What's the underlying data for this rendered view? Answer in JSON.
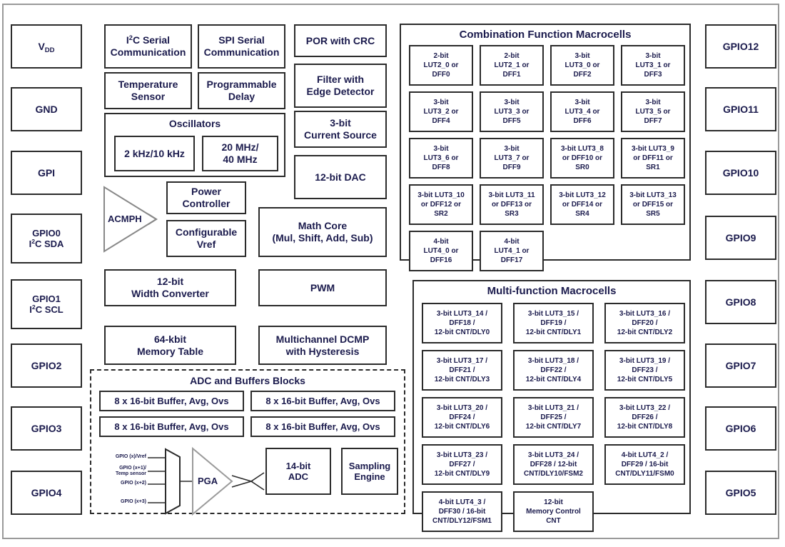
{
  "diagram": {
    "title_hidden": "GreenPAK Block Diagram",
    "left_pins": [
      {
        "id": "vdd",
        "lines": [
          "V",
          "DD"
        ],
        "type": "sub"
      },
      {
        "id": "gnd",
        "lines": [
          "GND"
        ]
      },
      {
        "id": "gpi",
        "lines": [
          "GPI"
        ]
      },
      {
        "id": "gpio0",
        "lines": [
          "GPIO0",
          "I2C SDA"
        ],
        "type": "i2c"
      },
      {
        "id": "gpio1",
        "lines": [
          "GPIO1",
          "I2C SCL"
        ],
        "type": "i2c"
      },
      {
        "id": "gpio2",
        "lines": [
          "GPIO2"
        ]
      },
      {
        "id": "gpio3",
        "lines": [
          "GPIO3"
        ]
      },
      {
        "id": "gpio4",
        "lines": [
          "GPIO4"
        ]
      }
    ],
    "right_pins": [
      {
        "id": "gpio12",
        "label": "GPIO12"
      },
      {
        "id": "gpio11",
        "label": "GPIO11"
      },
      {
        "id": "gpio10",
        "label": "GPIO10"
      },
      {
        "id": "gpio9",
        "label": "GPIO9"
      },
      {
        "id": "gpio8",
        "label": "GPIO8"
      },
      {
        "id": "gpio7",
        "label": "GPIO7"
      },
      {
        "id": "gpio6",
        "label": "GPIO6"
      },
      {
        "id": "gpio5",
        "label": "GPIO5"
      }
    ],
    "core_blocks": {
      "i2c_serial": "I²C Serial\nCommunication",
      "i2c_serial_l1": "I",
      "i2c_serial_l1b": "C Serial",
      "i2c_serial_l2": "Communication",
      "spi_serial_l1": "SPI Serial",
      "spi_serial_l2": "Communication",
      "temp_sensor_l1": "Temperature",
      "temp_sensor_l2": "Sensor",
      "prog_delay_l1": "Programmable",
      "prog_delay_l2": "Delay",
      "oscillators_title": "Oscillators",
      "osc_low": "2 kHz/10 kHz",
      "osc_high_l1": "20 MHz/",
      "osc_high_l2": "40 MHz",
      "acmph": "ACMPH",
      "power_controller_l1": "Power",
      "power_controller_l2": "Controller",
      "configurable_vref_l1": "Configurable",
      "configurable_vref_l2": "Vref",
      "width_converter_l1": "12-bit",
      "width_converter_l2": "Width Converter",
      "memory_table_l1": "64-kbit",
      "memory_table_l2": "Memory Table",
      "por_crc": "POR with CRC",
      "filter_edge_l1": "Filter with",
      "filter_edge_l2": "Edge Detector",
      "current_source_l1": "3-bit",
      "current_source_l2": "Current Source",
      "dac": "12-bit DAC",
      "math_core_l1": "Math Core",
      "math_core_l2": "(Mul, Shift, Add, Sub)",
      "pwm": "PWM",
      "dcmp_l1": "Multichannel DCMP",
      "dcmp_l2": "with Hysteresis"
    },
    "adc_block": {
      "title": "ADC and Buffers Blocks",
      "buffers": [
        "8 x 16-bit Buffer, Avg, Ovs",
        "8 x 16-bit Buffer, Avg, Ovs",
        "8 x 16-bit Buffer, Avg, Ovs",
        "8 x 16-bit Buffer, Avg, Ovs"
      ],
      "mux_inputs": [
        {
          "l1": "GPIO (x)/Vref",
          "l2": ""
        },
        {
          "l1": "GPIO (x+1)/",
          "l2": "Temp sensor"
        },
        {
          "l1": "GPIO (x+2)",
          "l2": ""
        },
        {
          "l1": "GPIO (x+3)",
          "l2": ""
        }
      ],
      "pga": "PGA",
      "adc_l1": "14-bit",
      "adc_l2": "ADC",
      "sampling_l1": "Sampling",
      "sampling_l2": "Engine"
    },
    "combination_macrocells": {
      "title": "Combination Function Macrocells",
      "cells": [
        {
          "lines": [
            "2-bit",
            "LUT2_0 or",
            "DFF0"
          ]
        },
        {
          "lines": [
            "2-bit",
            "LUT2_1 or",
            "DFF1"
          ]
        },
        {
          "lines": [
            "3-bit",
            "LUT3_0 or",
            "DFF2"
          ]
        },
        {
          "lines": [
            "3-bit",
            "LUT3_1 or",
            "DFF3"
          ]
        },
        {
          "lines": [
            "3-bit",
            "LUT3_2 or",
            "DFF4"
          ]
        },
        {
          "lines": [
            "3-bit",
            "LUT3_3 or",
            "DFF5"
          ]
        },
        {
          "lines": [
            "3-bit",
            "LUT3_4 or",
            "DFF6"
          ]
        },
        {
          "lines": [
            "3-bit",
            "LUT3_5 or",
            "DFF7"
          ]
        },
        {
          "lines": [
            "3-bit",
            "LUT3_6 or",
            "DFF8"
          ]
        },
        {
          "lines": [
            "3-bit",
            "LUT3_7 or",
            "DFF9"
          ]
        },
        {
          "lines": [
            "3-bit LUT3_8",
            "or DFF10 or",
            "SR0"
          ]
        },
        {
          "lines": [
            "3-bit LUT3_9",
            "or DFF11 or",
            "SR1"
          ]
        },
        {
          "lines": [
            "3-bit LUT3_10",
            "or DFF12 or",
            "SR2"
          ]
        },
        {
          "lines": [
            "3-bit LUT3_11",
            "or DFF13 or",
            "SR3"
          ]
        },
        {
          "lines": [
            "3-bit LUT3_12",
            "or DFF14 or",
            "SR4"
          ]
        },
        {
          "lines": [
            "3-bit LUT3_13",
            "or DFF15 or",
            "SR5"
          ]
        },
        {
          "lines": [
            "4-bit",
            "LUT4_0 or",
            "DFF16"
          ]
        },
        {
          "lines": [
            "4-bit",
            "LUT4_1 or",
            "DFF17"
          ]
        }
      ]
    },
    "multifunction_macrocells": {
      "title": "Multi-function Macrocells",
      "cells": [
        {
          "lines": [
            "3-bit LUT3_14 /",
            "DFF18 /",
            "12-bit CNT/DLY0"
          ]
        },
        {
          "lines": [
            "3-bit LUT3_15 /",
            "DFF19 /",
            "12-bit CNT/DLY1"
          ]
        },
        {
          "lines": [
            "3-bit LUT3_16 /",
            "DFF20 /",
            "12-bit CNT/DLY2"
          ]
        },
        {
          "lines": [
            "3-bit LUT3_17 /",
            "DFF21 /",
            "12-bit CNT/DLY3"
          ]
        },
        {
          "lines": [
            "3-bit LUT3_18 /",
            "DFF22 /",
            "12-bit CNT/DLY4"
          ]
        },
        {
          "lines": [
            "3-bit LUT3_19 /",
            "DFF23 /",
            "12-bit CNT/DLY5"
          ]
        },
        {
          "lines": [
            "3-bit LUT3_20 /",
            "DFF24 /",
            "12-bit CNT/DLY6"
          ]
        },
        {
          "lines": [
            "3-bit LUT3_21 /",
            "DFF25 /",
            "12-bit CNT/DLY7"
          ]
        },
        {
          "lines": [
            "3-bit LUT3_22 /",
            "DFF26 /",
            "12-bit CNT/DLY8"
          ]
        },
        {
          "lines": [
            "3-bit LUT3_23 /",
            "DFF27 /",
            "12-bit CNT/DLY9"
          ]
        },
        {
          "lines": [
            "3-bit LUT3_24 /",
            "DFF28 / 12-bit",
            "CNT/DLY10/FSM2"
          ]
        },
        {
          "lines": [
            "4-bit LUT4_2 /",
            "DFF29 / 16-bit",
            "CNT/DLY11/FSM0"
          ]
        },
        {
          "lines": [
            "4-bit LUT4_3 /",
            "DFF30 / 16-bit",
            "CNT/DLY12/FSM1"
          ]
        },
        {
          "lines": [
            "12-bit",
            "Memory Control",
            "CNT"
          ]
        }
      ]
    },
    "colors": {
      "text": "#1b1b4d",
      "border": "#2b2b2b",
      "frame": "#9a9a9a",
      "background": "#ffffff"
    }
  }
}
